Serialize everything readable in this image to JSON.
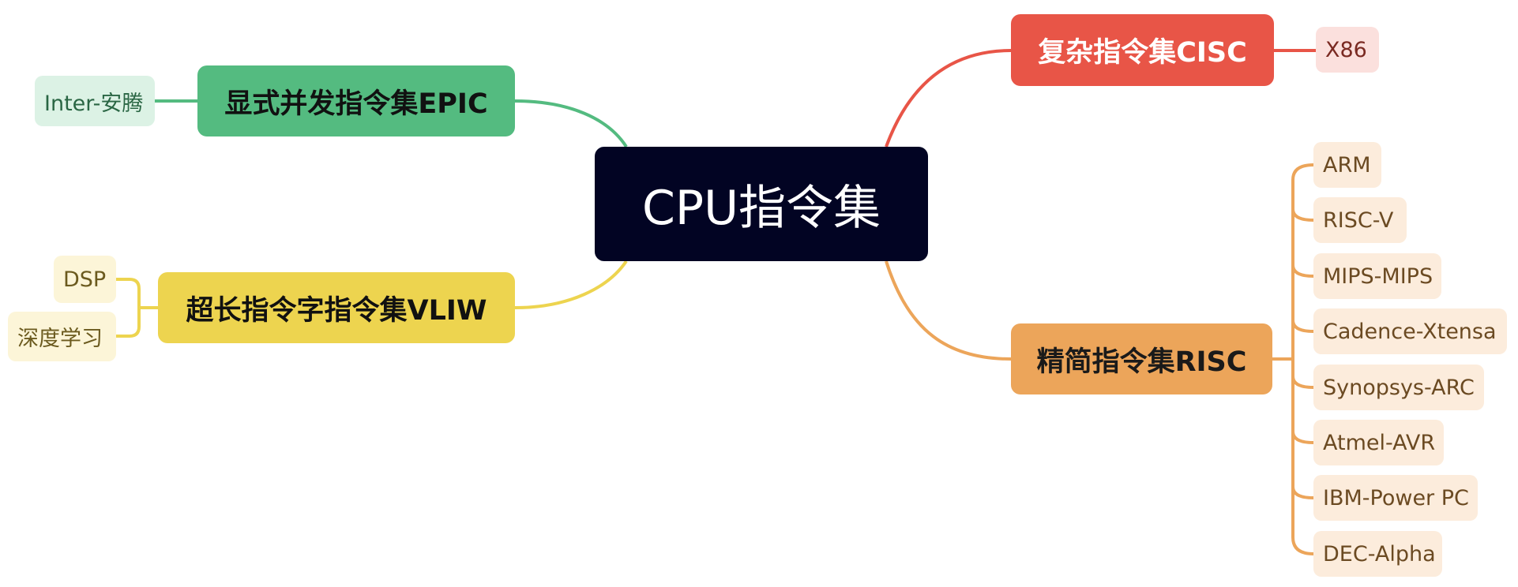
{
  "center": {
    "label": "CPU指令集"
  },
  "branches": {
    "cisc": {
      "label": "复杂指令集CISC",
      "color": "#e85547",
      "leaf_bg": "#fbe0dd",
      "leaf_text": "#7a2a22",
      "children": [
        "X86"
      ]
    },
    "risc": {
      "label": "精简指令集RISC",
      "color": "#eca55a",
      "leaf_bg": "#fcecdc",
      "leaf_text": "#6b4a22",
      "children": [
        "ARM",
        "RISC-V",
        "MIPS-MIPS",
        "Cadence-Xtensa",
        "Synopsys-ARC",
        "Atmel-AVR",
        "IBM-Power PC",
        "DEC-Alpha"
      ]
    },
    "epic": {
      "label": "显式并发指令集EPIC",
      "color": "#54bb80",
      "leaf_bg": "#dcf2e5",
      "leaf_text": "#2a6644",
      "children": [
        "Inter-安腾"
      ]
    },
    "vliw": {
      "label": "超长指令字指令集VLIW",
      "color": "#edd44f",
      "leaf_bg": "#fcf5d8",
      "leaf_text": "#6b5a1e",
      "children": [
        "DSP",
        "深度学习"
      ]
    }
  }
}
